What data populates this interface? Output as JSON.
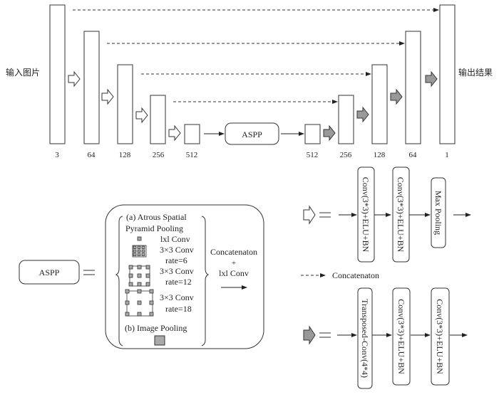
{
  "unet": {
    "input_label": "输入图片",
    "output_label": "输出结果",
    "encoder": [
      {
        "channels": "3"
      },
      {
        "channels": "64"
      },
      {
        "channels": "128"
      },
      {
        "channels": "256"
      },
      {
        "channels": "512"
      }
    ],
    "bottleneck_label": "ASPP",
    "decoder": [
      {
        "channels": "512"
      },
      {
        "channels": "256"
      },
      {
        "channels": "128"
      },
      {
        "channels": "64"
      },
      {
        "channels": "1"
      }
    ]
  },
  "aspp_detail": {
    "box_label": "ASPP",
    "equals": "=",
    "section_a_line1": "(a) Atrous Spatial",
    "section_a_line2": "Pyramid Pooling",
    "branches": [
      {
        "line1": "lxl Conv",
        "line2": ""
      },
      {
        "line1": "3×3 Conv",
        "line2": "rate=6"
      },
      {
        "line1": "3×3 Conv",
        "line2": "rate=12"
      },
      {
        "line1": "3×3 Conv",
        "line2": "rate=18"
      }
    ],
    "section_b": "(b) Image Pooling",
    "merge_line1": "Concatenaton",
    "merge_line2": "+",
    "merge_line3": "lxl Conv"
  },
  "legend": {
    "down_block": {
      "equals": "=",
      "steps": [
        "Conv(3*3)+ELU+BN",
        "Conv(3*3)+ELU+BN",
        "Max Pooling"
      ]
    },
    "skip_label": "Concatenaton",
    "up_block": {
      "equals": "=",
      "steps": [
        "Transposed-Conv(4*4)",
        "Conv(3*3)+ELU+BN",
        "Conv(3*3)+ELU+BN"
      ]
    }
  },
  "colors": {
    "stroke": "#333333",
    "up_arrow_fill": "#999999",
    "kernel_fill": "#aaaaaa"
  }
}
